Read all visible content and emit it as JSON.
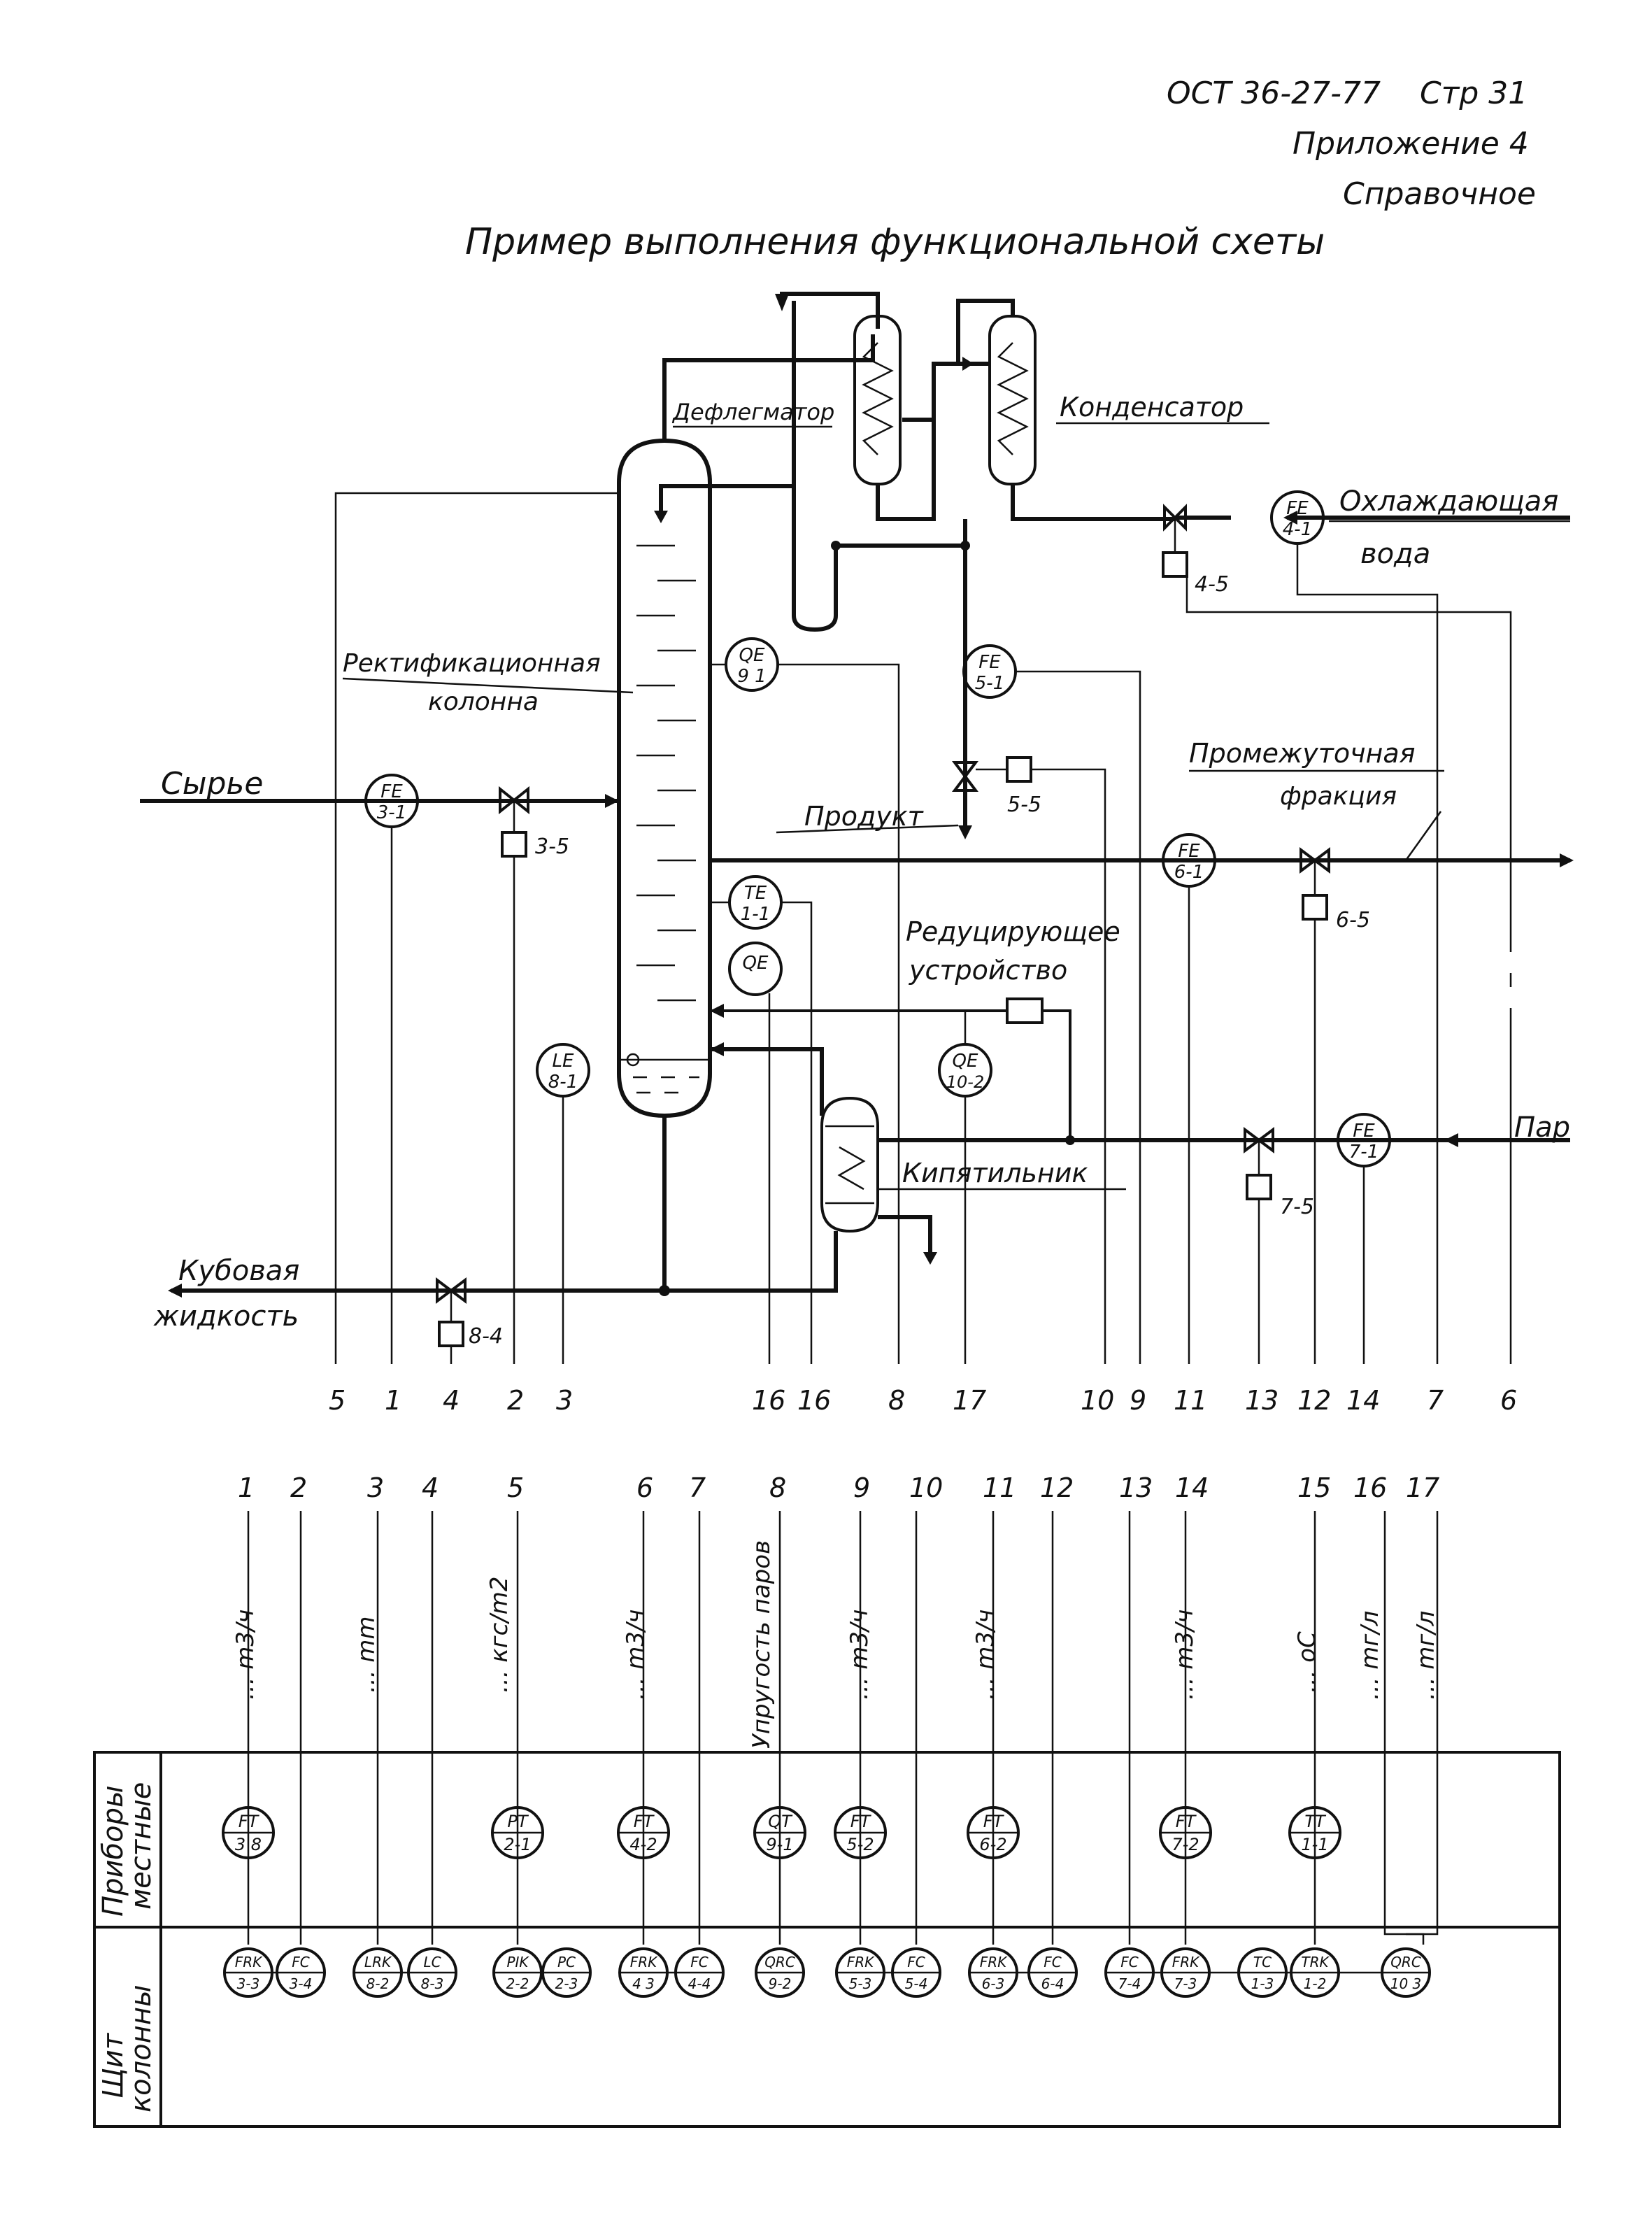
{
  "header": {
    "doc_code": "ОСТ 36-27-77",
    "page": "Стр 31",
    "appendix": "Приложение 4",
    "reference": "Справочное",
    "title": "Пример выполнения функциональной схеты"
  },
  "equipment": {
    "column": "Ректификационная колонна",
    "column_line1": "Ректификационная",
    "column_line2": "колонна",
    "dephlegmator": "Дефлегматор",
    "condenser": "Конденсатор",
    "boiler": "Кипятильник",
    "reducer_line1": "Редуцирующее",
    "reducer_line2": "устройство"
  },
  "streams": {
    "feed": "Сырье",
    "product": "Продукт",
    "intermediate_line1": "Промежуточная",
    "intermediate_line2": "фракция",
    "cooling_line1": "Охлаждающая",
    "cooling_line2": "вода",
    "steam": "Пар",
    "bottoms_line1": "Кубовая",
    "bottoms_line2": "жидкость"
  },
  "sensors": [
    {
      "id": "fe31",
      "l1": "FE",
      "l2": "3-1"
    },
    {
      "id": "fe41",
      "l1": "FE",
      "l2": "4-1"
    },
    {
      "id": "fe51",
      "l1": "FE",
      "l2": "5-1"
    },
    {
      "id": "fe61",
      "l1": "FE",
      "l2": "6-1"
    },
    {
      "id": "fe71",
      "l1": "FE",
      "l2": "7-1"
    },
    {
      "id": "qe91",
      "l1": "QE",
      "l2": "9 1"
    },
    {
      "id": "te11",
      "l1": "TE",
      "l2": "1-1"
    },
    {
      "id": "qe161",
      "l1": "QE",
      "l2": ""
    },
    {
      "id": "qe102",
      "l1": "QE",
      "l2": "10-2"
    },
    {
      "id": "le81",
      "l1": "LE",
      "l2": "8-1"
    }
  ],
  "valve_tags": [
    "3-5",
    "4-5",
    "5-5",
    "6-5",
    "7-5",
    "8-4"
  ],
  "line_numbers_top": [
    "5",
    "1",
    "4",
    "2",
    "3",
    "16",
    "16",
    "8",
    "17",
    "10",
    "9",
    "11",
    "13",
    "12",
    "14",
    "7",
    "6"
  ],
  "line_numbers_panel": [
    "1",
    "2",
    "3",
    "4",
    "5",
    "6",
    "7",
    "8",
    "9",
    "10",
    "11",
    "12",
    "13",
    "14",
    "15",
    "16",
    "17"
  ],
  "units": {
    "u1": "... m3/ч",
    "u3": "... mm",
    "u5": "... кгс/m2",
    "u6": "... m3/ч",
    "u8": "Упругость паров",
    "u9": "... m3/ч",
    "u11": "... m3/ч",
    "u14": "... m3/ч",
    "u15": "... oC",
    "u16": "... mг/л",
    "u17": "... mг/л"
  },
  "panel": {
    "row1_line1": "Приборы",
    "row1_line2": "местные",
    "row2_line1": "Щит",
    "row2_line2": "колонны"
  },
  "local_instruments": [
    {
      "l1": "FT",
      "l2": "3 8"
    },
    {
      "l1": "PT",
      "l2": "2-1"
    },
    {
      "l1": "FT",
      "l2": "4-2"
    },
    {
      "l1": "QT",
      "l2": "9-1"
    },
    {
      "l1": "FT",
      "l2": "5-2"
    },
    {
      "l1": "FT",
      "l2": "6-2"
    },
    {
      "l1": "FT",
      "l2": "7-2"
    },
    {
      "l1": "TT",
      "l2": "1-1"
    }
  ],
  "board_instruments": [
    {
      "l1": "FRK",
      "l2": "3-3"
    },
    {
      "l1": "FC",
      "l2": "3-4"
    },
    {
      "l1": "LRK",
      "l2": "8-2"
    },
    {
      "l1": "LC",
      "l2": "8-3"
    },
    {
      "l1": "PIK",
      "l2": "2-2"
    },
    {
      "l1": "PC",
      "l2": "2-3"
    },
    {
      "l1": "FRK",
      "l2": "4 3"
    },
    {
      "l1": "FC",
      "l2": "4-4"
    },
    {
      "l1": "QRC",
      "l2": "9-2"
    },
    {
      "l1": "FRK",
      "l2": "5-3"
    },
    {
      "l1": "FC",
      "l2": "5-4"
    },
    {
      "l1": "FRK",
      "l2": "6-3"
    },
    {
      "l1": "FC",
      "l2": "6-4"
    },
    {
      "l1": "FC",
      "l2": "7-4"
    },
    {
      "l1": "FRK",
      "l2": "7-3"
    },
    {
      "l1": "TC",
      "l2": "1-3"
    },
    {
      "l1": "TRK",
      "l2": "1-2"
    },
    {
      "l1": "QRC",
      "l2": "10 3"
    }
  ]
}
